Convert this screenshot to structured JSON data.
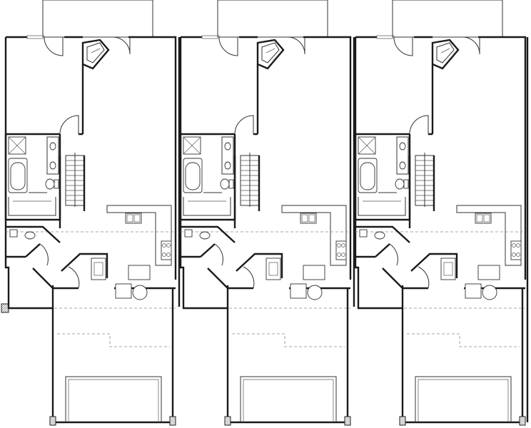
{
  "plan": {
    "units": [
      {
        "index": 1
      },
      {
        "index": 2
      },
      {
        "index": 3
      }
    ]
  }
}
